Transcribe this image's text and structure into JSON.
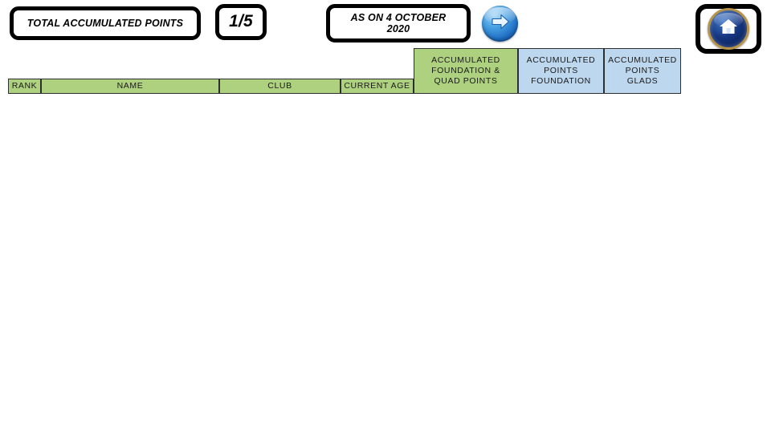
{
  "header": {
    "title": "TOTAL ACCUMULATED POINTS",
    "page_indicator": "1/5",
    "date_line_1": "AS ON 4 OCTOBER",
    "date_line_2": "2020",
    "next_arrow_icon": "right-arrow-icon",
    "home_icon": "home-icon"
  },
  "table": {
    "columns": [
      {
        "label": "RANK"
      },
      {
        "label": "NAME"
      },
      {
        "label": "CLUB"
      },
      {
        "label": "CURRENT AGE"
      }
    ],
    "grouped_columns": [
      {
        "line1": "ACCUMULATED",
        "line2": "FOUNDATION &",
        "line3": "QUAD POINTS"
      },
      {
        "line1": "ACCUMULATED",
        "line2": "POINTS",
        "line3": "FOUNDATION"
      },
      {
        "line1": "ACCUMULATED",
        "line2": "POINTS",
        "line3": "GLADS"
      }
    ],
    "rows": []
  },
  "colors": {
    "green_header": "#AED17F",
    "blue_header": "#BDD7EE",
    "outline": "#000000",
    "background": "#FFFFFF"
  }
}
